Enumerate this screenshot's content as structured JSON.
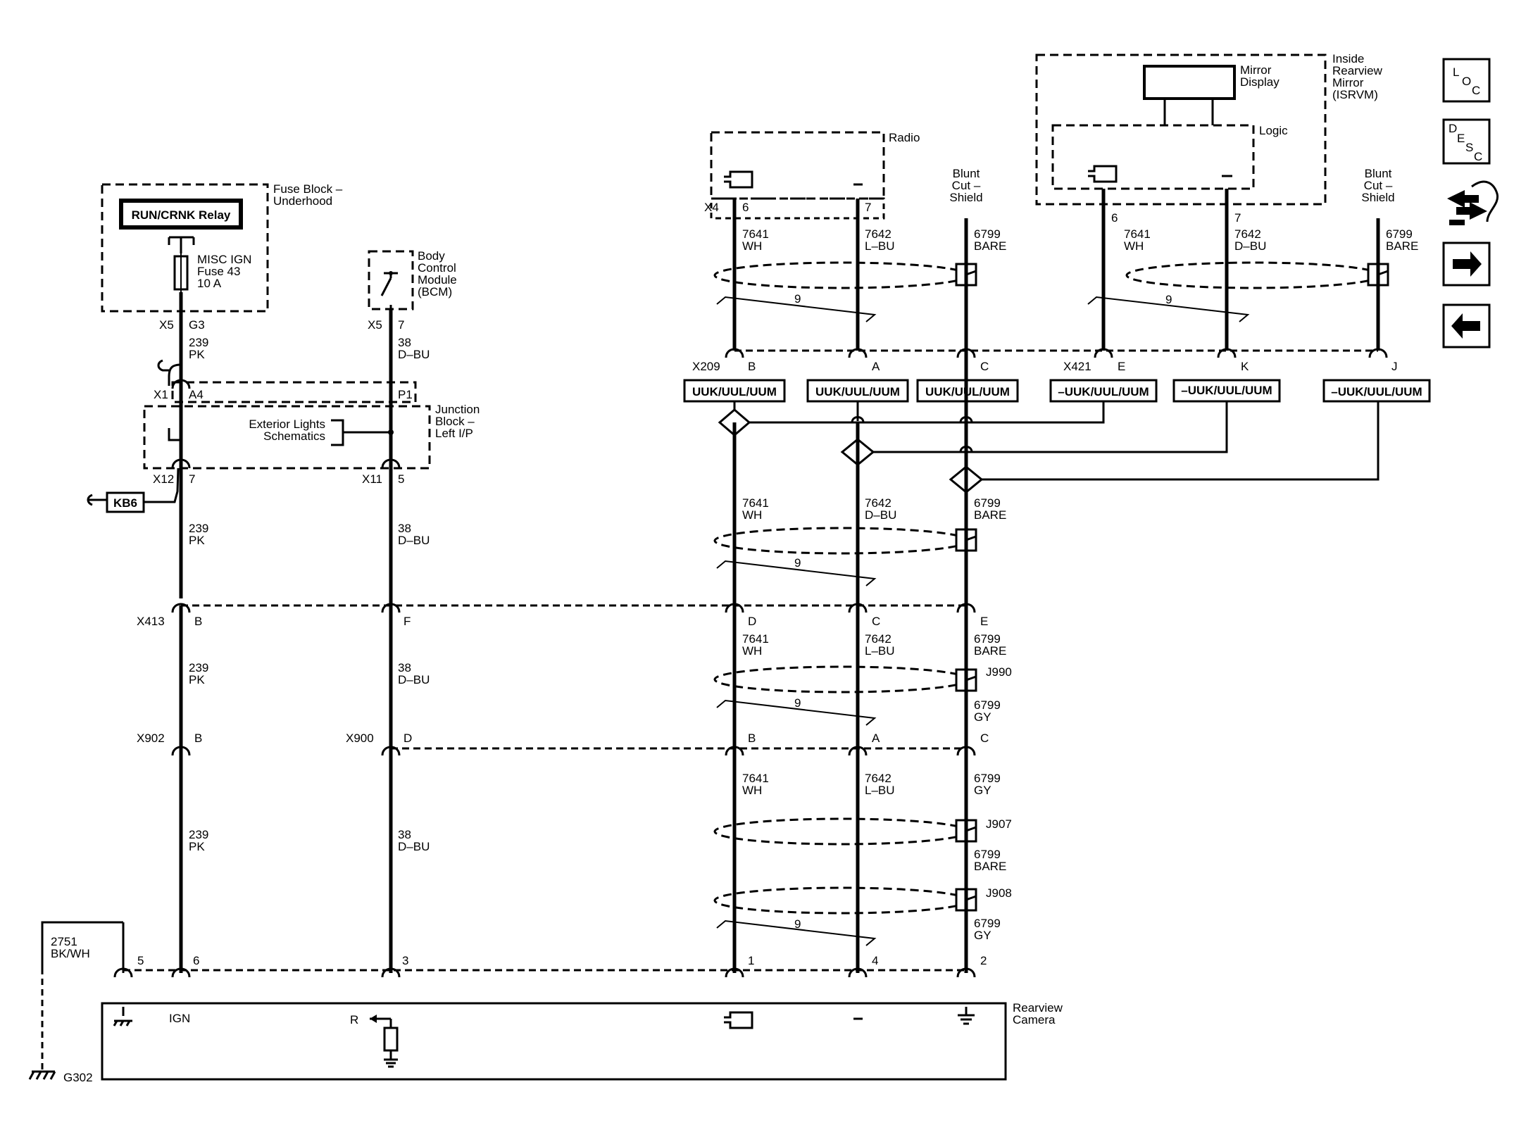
{
  "components": {
    "fuse_block": {
      "name": "Fuse Block –\nUnderhood",
      "relay": "RUN/CRNK Relay",
      "fuse": "MISC IGN\nFuse 43\n10 A"
    },
    "bcm": {
      "name": "Body\nControl\nModule\n(BCM)"
    },
    "junction_block": {
      "name": "Junction\nBlock –\nLeft I/P",
      "ref": "Exterior Lights\nSchematics"
    },
    "radio": {
      "name": "Radio"
    },
    "isrvm": {
      "name": "Inside\nRearview\nMirror\n(ISRVM)",
      "display": "Mirror\nDisplay",
      "logic": "Logic"
    },
    "camera": {
      "name": "Rearview\nCamera",
      "ign": "IGN",
      "r": "R"
    },
    "kb6": "KB6",
    "ground": "G302"
  },
  "connectors": {
    "x5a": "X5",
    "g3": "G3",
    "x5b": "X5",
    "p7": "7",
    "x1": "X1",
    "a4": "A4",
    "p1": "P1",
    "x12": "X12",
    "x12p": "7",
    "x11": "X11",
    "x11p": "5",
    "x4": "X4",
    "x4p6": "6",
    "x4p7": "7",
    "isrvm6": "6",
    "isrvm7": "7",
    "x209": "X209",
    "x209b": "B",
    "x209a": "A",
    "x209c": "C",
    "x421": "X421",
    "x421e": "E",
    "x421k": "K",
    "x421j": "J",
    "x413": "X413",
    "x413b": "B",
    "x413f": "F",
    "x413d": "D",
    "x413c": "C",
    "x413e": "E",
    "x902": "X902",
    "x902b": "B",
    "x900": "X900",
    "x900d": "D",
    "x900b": "B",
    "x900a": "A",
    "x900c": "C",
    "cam5": "5",
    "cam6": "6",
    "cam3": "3",
    "cam1": "1",
    "cam4": "4",
    "cam2": "2",
    "j990": "J990",
    "j907": "J907",
    "j908": "J908"
  },
  "options": {
    "opt_b": "UUK/UUL/UUM",
    "opt_a": "UUK/UUL/UUM",
    "opt_c": "UUK/UUL/UUM",
    "opt_e": "–UUK/UUL/UUM",
    "opt_k": "–UUK/UUL/UUM",
    "opt_j": "–UUK/UUL/UUM"
  },
  "wires": {
    "w239_1": "239\nPK",
    "w239_2": "239\nPK",
    "w239_3": "239\nPK",
    "w239_4": "239\nPK",
    "w38_1": "38\nD–BU",
    "w38_2": "38\nD–BU",
    "w38_3": "38\nD–BU",
    "w38_4": "38\nD–BU",
    "w2751": "2751\nBK/WH",
    "r7641": "7641\nWH",
    "r7642": "7642\nL–BU",
    "r6799": "6799\nBARE",
    "m7641": "7641\nWH",
    "m7642": "7642\nD–BU",
    "m6799": "6799\nBARE",
    "a7641": "7641\nWH",
    "a7642": "7642\nD–BU",
    "a6799": "6799\nBARE",
    "b7641": "7641\nWH",
    "b7642": "7642\nL–BU",
    "b6799": "6799\nBARE",
    "b6799gy": "6799\nGY",
    "c7641": "7641\nWH",
    "c7642": "7642\nL–BU",
    "c6799gy": "6799\nGY",
    "c6799bare": "6799\nBARE",
    "c6799gy2": "6799\nGY",
    "twist1": "9",
    "twist2": "9",
    "twist3": "9",
    "twist4": "9",
    "twist5": "9"
  },
  "shields": {
    "radio_shield": "Blunt\nCut –\nShield",
    "mirror_shield": "Blunt\nCut –\nShield"
  },
  "nav": {
    "loc_l": "L",
    "loc_o": "O",
    "loc_c": "C",
    "desc_d": "D",
    "desc_e": "E",
    "desc_s": "S",
    "desc_c": "C"
  }
}
